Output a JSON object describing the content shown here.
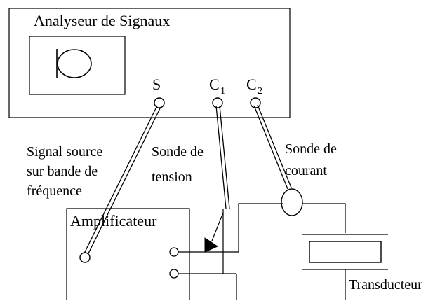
{
  "analyzer": {
    "title": "Analyseur de Signaux",
    "port_source": "S",
    "port_c1": "C",
    "port_c1_sub": "1",
    "port_c2": "C",
    "port_c2_sub": "2"
  },
  "labels": {
    "source_signal": [
      "Signal source",
      "sur bande de",
      "fréquence"
    ],
    "voltage_probe": [
      "Sonde de",
      "tension"
    ],
    "current_probe": [
      "Sonde de",
      "courant"
    ]
  },
  "amplifier": {
    "title": "Amplificateur"
  },
  "transducer": {
    "title": "Transducteur"
  }
}
